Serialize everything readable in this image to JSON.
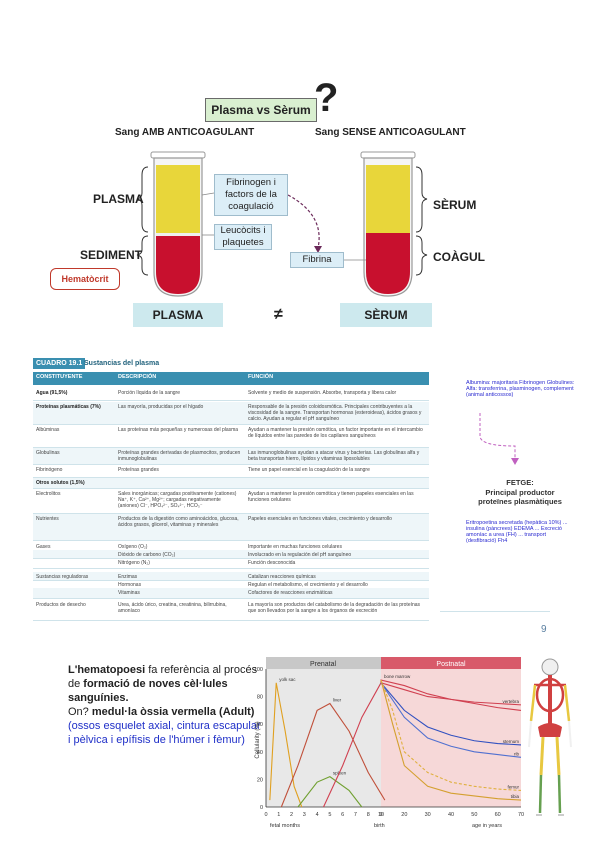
{
  "top": {
    "title": "Plasma vs Sèrum",
    "question_mark": "?",
    "left_header": "Sang AMB ANTICOAGULANT",
    "right_header": "Sang SENSE ANTICOAGULANT",
    "label_plasma": "PLASMA",
    "label_sediment": "SEDIMENT",
    "label_serum": "SÈRUM",
    "label_coagul": "COÀGUL",
    "callout_fibrinogen": "Fibrinogen i factors de la coagulació",
    "callout_leucocits": "Leucòcits i plaquetes",
    "callout_fibrina": "Fibrina",
    "hematocrit": "Hematòcrit",
    "bottom_left": "PLASMA",
    "bottom_right": "SÈRUM",
    "neq": "≠"
  },
  "table": {
    "tag": "CUADRO 19.1",
    "title": "Sustancias del plasma",
    "headers": [
      "CONSTITUYENTE",
      "DESCRIPCIÓN",
      "FUNCIÓN"
    ],
    "rows": [
      {
        "c1": "Agua (91,5%)",
        "c2": "Porción líquida de la sangre",
        "c3": "Solvente y medio de suspensión. Absorbe, transporta y libera calor",
        "bold": true
      },
      {
        "c1": "Proteínas plasmáticas (7%)",
        "c2": "Las mayoría, producidas por el hígado",
        "c3": "Responsable de la presión coloidosmótica. Principales contribuyentes a la viscosidad de la sangre. Transportan hormonas (esteroideas), ácidos grasos y calcio. Ayudan a regular el pH sanguíneo",
        "bold": true
      },
      {
        "c1": "Albúminas",
        "c2": "Las proteínas más pequeñas y numerosas del plasma",
        "c3": "Ayudan a mantener la presión osmótica, un factor importante en el intercambio de líquidos entre las paredes de los capilares sanguíneos",
        "bold": false
      },
      {
        "c1": "Globulinas",
        "c2": "Proteínas grandes derivadas de plasmocitos, producen inmunoglobulinas",
        "c3": "Las inmunoglobulinas ayudan a atacar virus y bacterias. Las globulinas alfa y beta transportan hierro, lípidos y vitaminas liposolubles",
        "bold": false
      },
      {
        "c1": "Fibrinógeno",
        "c2": "Proteínas grandes",
        "c3": "Tiene un papel esencial en la coagulación de la sangre",
        "bold": false
      },
      {
        "c1": "Otros solutos (1,5%)",
        "c2": "",
        "c3": "",
        "bold": true
      },
      {
        "c1": "Electrolitos",
        "c2": "Sales inorgánicas; cargadas positivamente (cationes) Na⁺, K⁺, Ca²⁺, Mg²⁺; cargadas negativamente (aniones) Cl⁻, HPO₄²⁻, SO₄²⁻, HCO₃⁻",
        "c3": "Ayudan a mantener la presión osmótica y tienen papeles esenciales en las funciones celulares",
        "bold": false
      },
      {
        "c1": "Nutrientes",
        "c2": "Productos de la digestión como aminoácidos, glucosa, ácidos grasos, glicerol, vitaminas y minerales",
        "c3": "Papeles esenciales en funciones vitales, crecimiento y desarrollo",
        "bold": false
      },
      {
        "c1": "Gases",
        "c2": "Oxígeno (O₂)",
        "c3": "Importante en muchas funciones celulares",
        "bold": false
      },
      {
        "c1": "",
        "c2": "Dióxido de carbono (CO₂)",
        "c3": "Involucrado en la regulación del pH sanguíneo",
        "bold": false
      },
      {
        "c1": "",
        "c2": "Nitrógeno (N₂)",
        "c3": "Función desconocida",
        "bold": false
      },
      {
        "c1": "Sustancias reguladoras",
        "c2": "Enzimas",
        "c3": "Catalizan reacciones químicas",
        "bold": false
      },
      {
        "c1": "",
        "c2": "Hormonas",
        "c3": "Regulan el metabolismo, el crecimiento y el desarrollo",
        "bold": false
      },
      {
        "c1": "",
        "c2": "Vitaminas",
        "c3": "Cofactores de reacciones enzimáticas",
        "bold": false
      },
      {
        "c1": "Productos de desecho",
        "c2": "Urea, ácido úrico, creatina, creatinina, bilirrubina, amoníaco",
        "c3": "La mayoría son productos del catabolismo de la degradación de las proteínas que son llevados por la sangre a los órganos de excreción",
        "bold": false
      }
    ],
    "sidenote": "Albumina: majoritaria Fibrinogen Globulines: Alfa: transferrina, plasminogen, complement (animal anticossos)",
    "fetge_label": "FETGE:",
    "fetge_text": "Principal productor proteïnes plasmàtiques",
    "sidenote2": "Eritropoetina secretada (hepàtica 10%) ... insulina (pàncrees) EDEMA ... Excreció amoníac a urea (FH) ... transport (desfibració) Fh4",
    "page_number": "9"
  },
  "bottom": {
    "p1_bold": "L'hematopoesi",
    "p1_rest": " fa referència al procés de ",
    "p1_bold2": "formació de noves cèl·lules sanguínies.",
    "p2_lead": "On? ",
    "p2_bold": "medul·la òssia vermella (Adult)",
    "p2_blue": " (ossos esquelet axial, cintura escapular i pèlvica i epífisis de l'húmer i fèmur)"
  },
  "chart_data": {
    "type": "line",
    "title": "",
    "ylabel": "Cellularity (%)",
    "xlabel_left": "fetal months",
    "xlabel_mid": "birth",
    "xlabel_right": "age in years",
    "region_left": "Prenatal",
    "region_right": "Postnatal",
    "ytick_labels": [
      "0",
      "20",
      "40",
      "60",
      "80",
      "100"
    ],
    "ylim": [
      0,
      100
    ],
    "x_prenatal_ticks": [
      "0",
      "1",
      "2",
      "3",
      "4",
      "5",
      "6",
      "7",
      "8",
      "9"
    ],
    "x_postnatal_ticks": [
      "10",
      "20",
      "30",
      "40",
      "50",
      "60",
      "70"
    ],
    "series_labels": [
      "yolk sac",
      "liver",
      "spleen",
      "bone marrow",
      "vertebra",
      "sternum",
      "rib",
      "tibia",
      "femur"
    ],
    "legend_item": "bone marrow",
    "series": [
      {
        "name": "yolk sac",
        "color": "#e0a020",
        "x": [
          0.3,
          0.8,
          1.5,
          2.2,
          2.8
        ],
        "y": [
          5,
          90,
          55,
          15,
          0
        ]
      },
      {
        "name": "liver",
        "color": "#c0503a",
        "x": [
          1.2,
          2.5,
          4,
          5,
          6.5,
          8,
          9.3
        ],
        "y": [
          0,
          30,
          70,
          75,
          55,
          25,
          5
        ]
      },
      {
        "name": "spleen",
        "color": "#70a030",
        "x": [
          2.5,
          4,
          5,
          6.5,
          7.5
        ],
        "y": [
          0,
          18,
          22,
          12,
          0
        ]
      },
      {
        "name": "bone marrow",
        "color": "#d04050",
        "x": [
          4.5,
          6,
          7.5,
          9,
          10,
          20,
          30,
          40,
          50,
          60,
          70
        ],
        "y": [
          0,
          30,
          65,
          90,
          92,
          88,
          82,
          78,
          75,
          72,
          70
        ]
      },
      {
        "name": "vertebra",
        "color": "#d04050",
        "x": [
          10,
          20,
          30,
          40,
          50,
          60,
          70
        ],
        "y": [
          90,
          85,
          80,
          78,
          76,
          75,
          74
        ]
      },
      {
        "name": "sternum",
        "color": "#3050c0",
        "x": [
          10,
          20,
          30,
          40,
          50,
          60,
          70
        ],
        "y": [
          90,
          70,
          58,
          52,
          48,
          46,
          45
        ]
      },
      {
        "name": "rib",
        "color": "#5070d0",
        "x": [
          10,
          20,
          30,
          40,
          50,
          60,
          70
        ],
        "y": [
          90,
          65,
          50,
          44,
          40,
          38,
          36
        ]
      },
      {
        "name": "tibia",
        "color": "#d4a030",
        "x": [
          10,
          15,
          20,
          30,
          40,
          50,
          60,
          70
        ],
        "y": [
          92,
          60,
          30,
          15,
          10,
          8,
          6,
          5
        ]
      },
      {
        "name": "femur",
        "color": "#e0b040",
        "x": [
          10,
          15,
          20,
          30,
          40,
          50,
          60,
          70
        ],
        "y": [
          92,
          70,
          40,
          25,
          18,
          15,
          13,
          12
        ]
      }
    ]
  },
  "colors": {
    "plasma_yellow": "#e8d63a",
    "sediment_red": "#c8102e",
    "table_header": "#3a8fb0",
    "prenatal_bg": "#e8e8e8",
    "postnatal_bg": "#f6d8d8"
  }
}
